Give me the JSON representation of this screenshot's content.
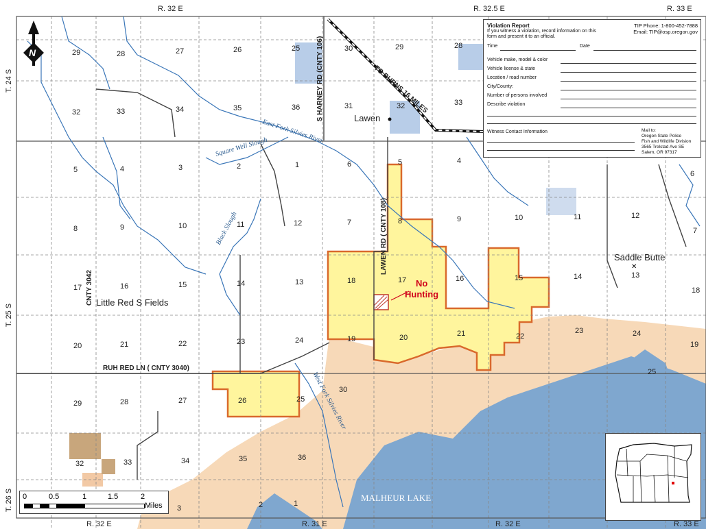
{
  "ranges_top": [
    "R. 32 E",
    "R. 32.5 E",
    "R. 33 E"
  ],
  "ranges_bottom": [
    "R. 32 E",
    "R. 31 E",
    "R. 32 E",
    "R. 33 E"
  ],
  "townships": [
    "T. 24 S",
    "T. 25 S",
    "T. 26 S"
  ],
  "north": "N",
  "sections": [
    "29",
    "28",
    "27",
    "26",
    "25",
    "30",
    "29",
    "28",
    "32",
    "33",
    "34",
    "35",
    "36",
    "31",
    "32",
    "33",
    "5",
    "4",
    "3",
    "2",
    "1",
    "6",
    "5",
    "4",
    "8",
    "9",
    "10",
    "11",
    "12",
    "7",
    "8",
    "9",
    "10",
    "11",
    "12",
    "17",
    "16",
    "15",
    "14",
    "13",
    "18",
    "17",
    "16",
    "15",
    "14",
    "13",
    "20",
    "21",
    "22",
    "23",
    "24",
    "19",
    "20",
    "21",
    "22",
    "23",
    "24",
    "19",
    "25",
    "29",
    "28",
    "27",
    "26",
    "25",
    "30",
    "32",
    "33",
    "34",
    "35",
    "36",
    "1",
    "2",
    "3",
    "6",
    "18",
    "7"
  ],
  "roads": {
    "harney": "S HARNEY RD (CNTY 106)",
    "lawen": "LAWEN RD ( CNTY 108)",
    "cnty3042": "CNTY 3042",
    "ruh": "RUH RED LN ( CNTY 3040)",
    "burns": "TO BURNS 16 MILES"
  },
  "water": {
    "east_fork": "East Fork Silvies River",
    "square_well": "Square Well Slough",
    "black_slough": "Black Slough",
    "west_fork": "West Fork Silvies River",
    "lake": "MALHEUR LAKE"
  },
  "places": {
    "lawen": "Lawen",
    "saddle": "Saddle Butte",
    "little_red": "Little Red S Fields"
  },
  "no_hunting": [
    "No",
    "Hunting"
  ],
  "violation": {
    "title": "Violation Report",
    "instructions": "If you witness a violation, record information on this form and present it to an official.",
    "phone": "TIP Phone: 1-800-452-7888",
    "email": "Email: TIP@osp.oregon.gov",
    "time": "Time",
    "date": "Date",
    "fields": [
      "Vehicle make, model & color",
      "Vehicle license & state",
      "Location / road number",
      "City/County:",
      "Number of persons involved",
      "Describe violation"
    ],
    "witness": "Witness Contact Information",
    "mail": [
      "Mail to:",
      "Oregon State Police",
      "Fish and Wildlife Division",
      "3565 Trelstad Ave SE",
      "Salem, OR 97317"
    ]
  },
  "scale": {
    "labels": [
      "0",
      "0.5",
      "1",
      "1.5",
      "2"
    ],
    "unit": "Miles"
  },
  "colors": {
    "huntable": "#fff59d",
    "boundary": "#d9692c",
    "water": "#7fa7cf",
    "river": "#3a76b8",
    "private": "#f7d9b8",
    "state": "#b8cde8",
    "blm": "#c8a67c"
  }
}
